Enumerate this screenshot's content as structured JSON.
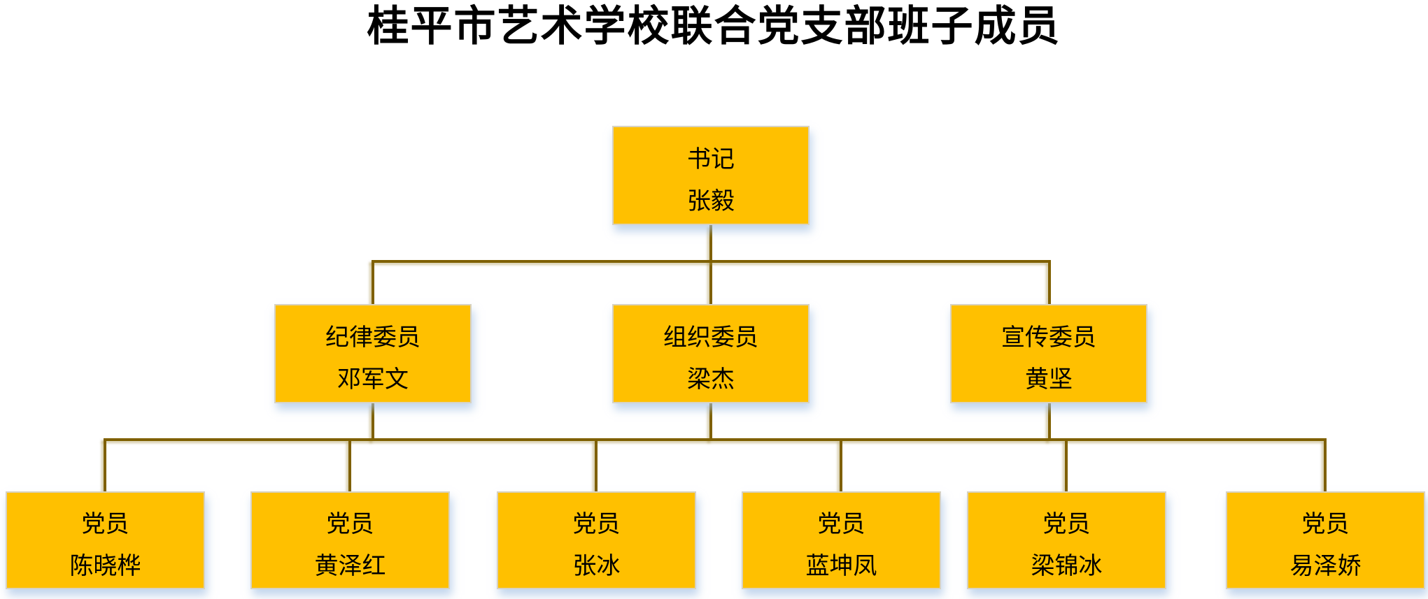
{
  "title": "桂平市艺术学校联合党支部班子成员",
  "colors": {
    "box_fill": "#FFC000",
    "box_border": "#D8D2C0",
    "connector": "#7F6000",
    "box_shadow": "#A3C0E3",
    "text": "#000000",
    "background": "#FFFFFF"
  },
  "org_chart": {
    "root": {
      "role": "书记",
      "name": "张毅"
    },
    "committee": [
      {
        "role": "纪律委员",
        "name": "邓军文"
      },
      {
        "role": "组织委员",
        "name": "梁杰"
      },
      {
        "role": "宣传委员",
        "name": "黄坚"
      }
    ],
    "members": [
      {
        "role": "党员",
        "name": "陈晓桦"
      },
      {
        "role": "党员",
        "name": "黄泽红"
      },
      {
        "role": "党员",
        "name": "张冰"
      },
      {
        "role": "党员",
        "name": "蓝坤凤"
      },
      {
        "role": "党员",
        "name": "梁锦冰"
      },
      {
        "role": "党员",
        "name": "易泽娇"
      }
    ]
  }
}
